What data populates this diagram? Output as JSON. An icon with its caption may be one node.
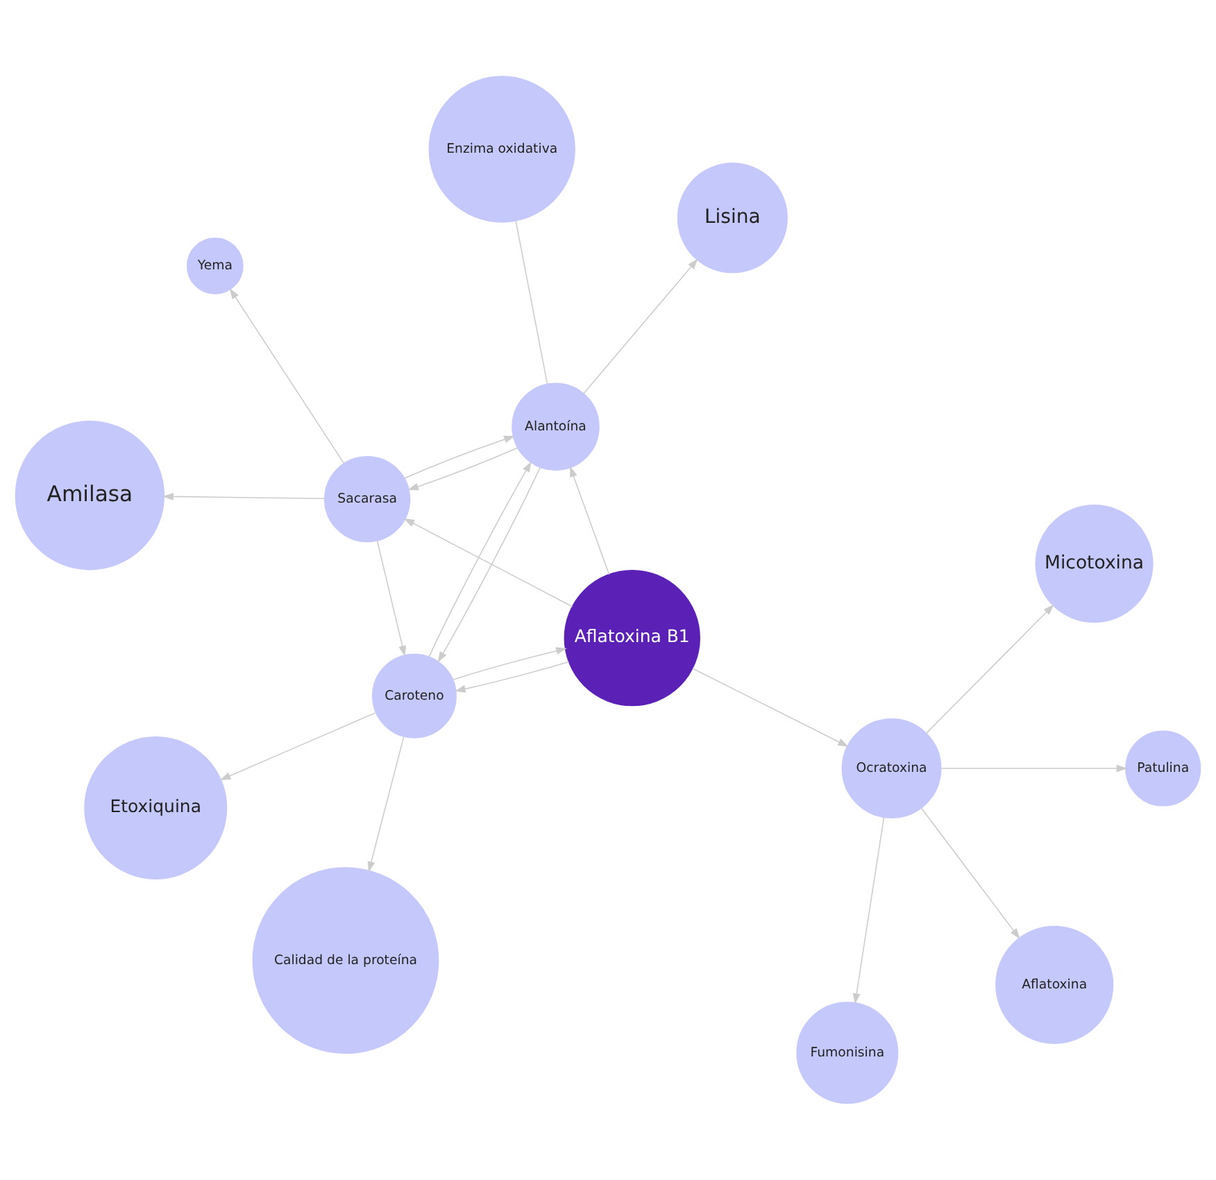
{
  "diagram": {
    "nodes": [
      {
        "text": [
          "Amilasa"
        ]
      },
      {
        "text": [
          "Yema"
        ]
      },
      {
        "text": [
          "Calidad de la proteína"
        ]
      },
      {
        "text": [
          "Sacarasa"
        ]
      },
      {
        "text": [
          "Caroteno"
        ]
      },
      {
        "text": [
          "Enzima oxidativa"
        ]
      },
      {
        "text": [
          "Etoxiquina"
        ]
      },
      {
        "text": [
          "Alantoína"
        ]
      },
      {
        "text": [
          "Aflatoxina B1"
        ]
      },
      {
        "text": [
          "Aflatoxina"
        ]
      },
      {
        "text": [
          "Fumonisina"
        ]
      },
      {
        "text": [
          "Ocratoxina"
        ]
      },
      {
        "text": [
          "Patulina"
        ]
      },
      {
        "text": [
          "Lisina"
        ]
      },
      {
        "text": [
          "Micotoxina"
        ]
      }
    ],
    "edges": [
      {
        "from": 3,
        "to": 0,
        "arrow": "to"
      },
      {
        "from": 3,
        "to": 1,
        "arrow": "to"
      },
      {
        "from": 3,
        "to": 4,
        "arrow": "to"
      },
      {
        "from": 4,
        "to": 2,
        "arrow": "to"
      },
      {
        "from": 4,
        "to": 6,
        "arrow": "to"
      },
      {
        "from": 7,
        "to": 3,
        "arrow": "to"
      },
      {
        "from": 3,
        "to": 7,
        "arrow": "to"
      },
      {
        "from": 4,
        "to": 7,
        "arrow": "to"
      },
      {
        "from": 7,
        "to": 4,
        "arrow": "to"
      },
      {
        "from": 8,
        "to": 3,
        "arrow": "to"
      },
      {
        "from": 8,
        "to": 4,
        "arrow": "to"
      },
      {
        "from": 4,
        "to": 8,
        "arrow": "to"
      },
      {
        "from": 8,
        "to": 7,
        "arrow": "to"
      },
      {
        "from": 7,
        "to": 5,
        "arrow": "none"
      },
      {
        "from": 8,
        "to": 11,
        "arrow": "to"
      },
      {
        "from": 7,
        "to": 13,
        "arrow": "to"
      },
      {
        "from": 11,
        "to": 9,
        "arrow": "to"
      },
      {
        "from": 11,
        "to": 10,
        "arrow": "to"
      },
      {
        "from": 11,
        "to": 12,
        "arrow": "to"
      },
      {
        "from": 11,
        "to": 14,
        "arrow": "to"
      }
    ]
  }
}
